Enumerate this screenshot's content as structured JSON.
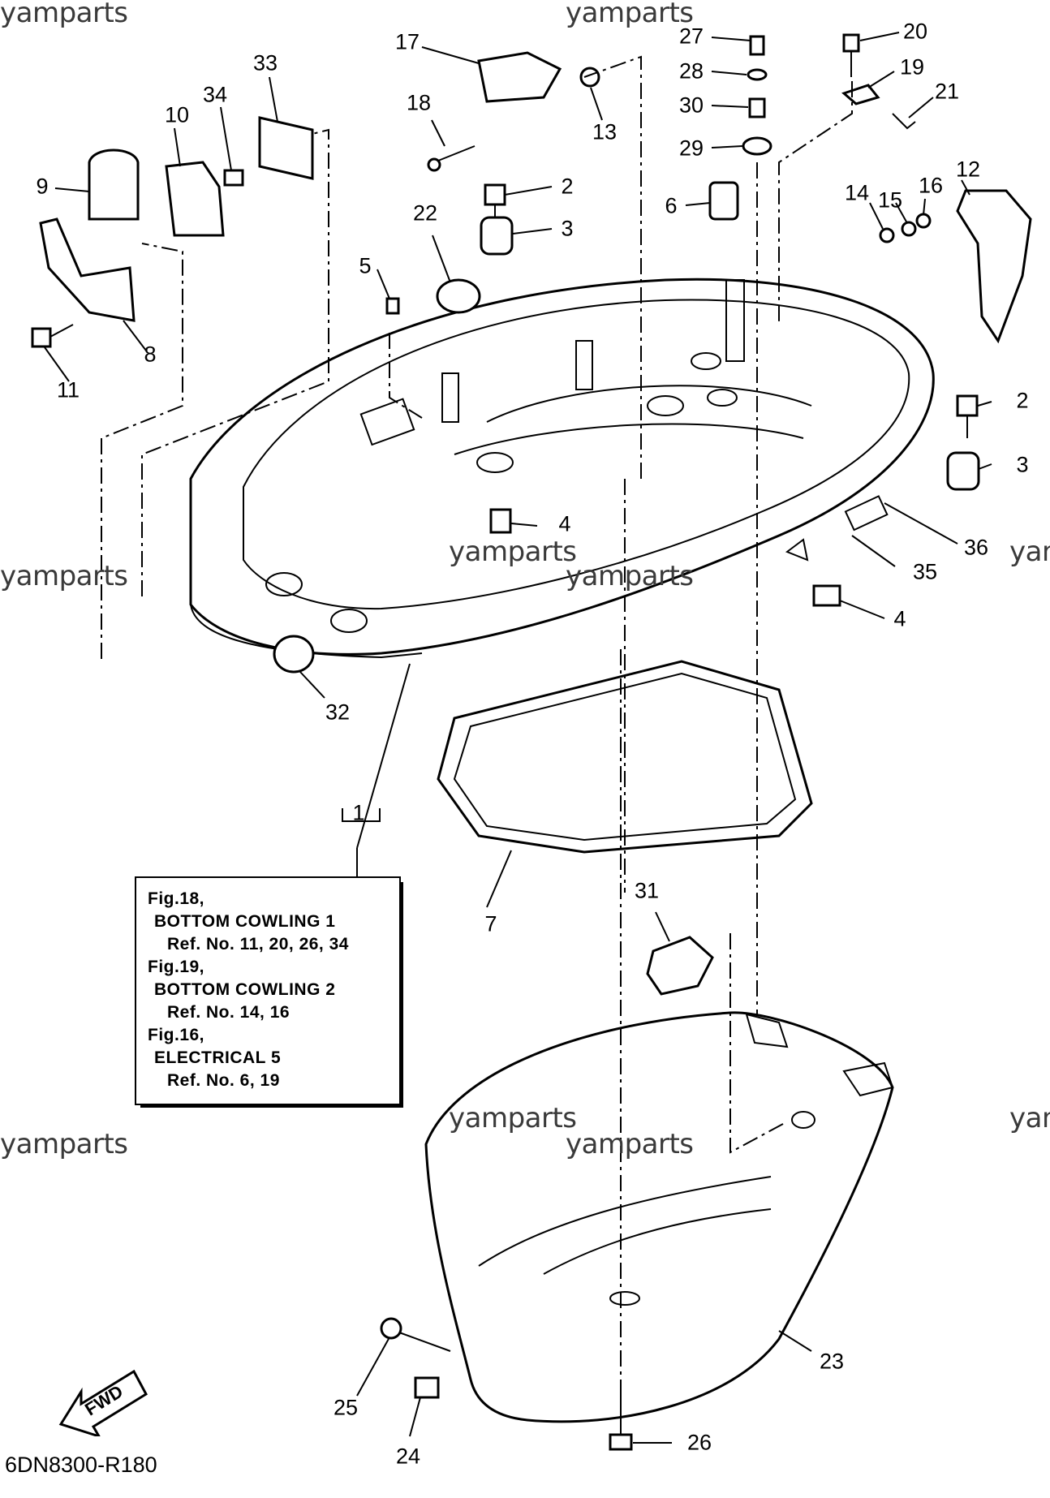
{
  "watermarks": [
    "yamparts",
    "yamparts",
    "yamparts",
    "yamparts",
    "yamparts",
    "yamparts",
    "yamparts",
    "yamparts",
    "yamparts",
    "yamparts"
  ],
  "callouts": {
    "c1": "1",
    "c2a": "2",
    "c2b": "2",
    "c3a": "3",
    "c3b": "3",
    "c4a": "4",
    "c4b": "4",
    "c5": "5",
    "c6": "6",
    "c7": "7",
    "c8": "8",
    "c9": "9",
    "c10": "10",
    "c11": "11",
    "c12": "12",
    "c13": "13",
    "c14": "14",
    "c15": "15",
    "c16": "16",
    "c17": "17",
    "c18": "18",
    "c19": "19",
    "c20": "20",
    "c21": "21",
    "c22": "22",
    "c23": "23",
    "c24": "24",
    "c25": "25",
    "c26": "26",
    "c27": "27",
    "c28": "28",
    "c29": "29",
    "c30": "30",
    "c31": "31",
    "c32": "32",
    "c33": "33",
    "c34": "34",
    "c35": "35",
    "c36": "36"
  },
  "reference_box": {
    "lines": [
      "Fig.18,",
      "BOTTOM COWLING 1",
      "Ref. No. 11, 20, 26, 34",
      "Fig.19,",
      "BOTTOM COWLING 2",
      "Ref. No. 14, 16",
      "Fig.16,",
      "ELECTRICAL 5",
      "Ref. No. 6, 19"
    ]
  },
  "fwd_label": "FWD",
  "diagram_code": "6DN8300-R180"
}
